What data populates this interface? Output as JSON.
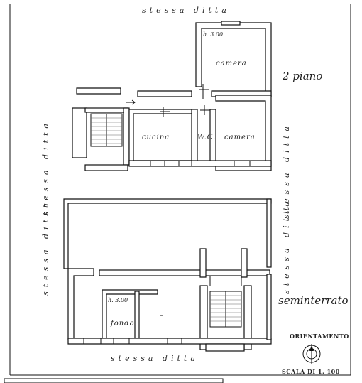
{
  "labels": {
    "top_neighbor": "stessa ditta",
    "bottom_neighbor": "stessa ditta",
    "left_upper": "stessa ditta",
    "left_lower": "stessa ditta",
    "right_upper": "stessa ditta",
    "right_lower": "stessa ditta"
  },
  "upper_floor": {
    "title": "2 piano",
    "height": "h. 3.00",
    "rooms": {
      "camera_top": "camera",
      "cucina": "cucina",
      "wc": "W.C.",
      "camera_right": "camera"
    }
  },
  "lower_floor": {
    "title": "seminterrato",
    "height": "h. 3.00",
    "rooms": {
      "fondo": "fondo"
    }
  },
  "legend": {
    "orientation": "ORIENTAMENTO",
    "scale": "SCALA DI 1. 100"
  }
}
